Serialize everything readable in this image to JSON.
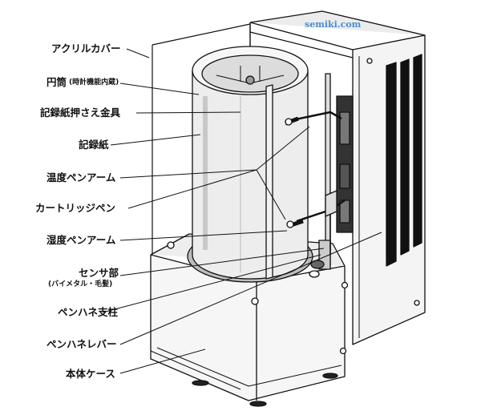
{
  "watermark": "semiki.com",
  "colors": {
    "watermark": "#4a8fd0",
    "line": "#111111",
    "drum": "#eeeeee",
    "ring": "#b9b9b9",
    "case": "#f5f5f5"
  },
  "labels": {
    "acrylic_cover": "アクリルカバー",
    "cylinder": "円筒",
    "cylinder_note": "(時計機能内蔵)",
    "paper_clamp": "記録紙押さえ金具",
    "recording_paper": "記録紙",
    "temp_pen_arm": "温度ペンアーム",
    "cartridge_pen": "カートリッジペン",
    "humidity_pen_arm": "湿度ペンアーム",
    "sensor": "センサ部",
    "sensor_note": "(バイメタル・毛髪)",
    "pen_lift_post": "ペンハネ支柱",
    "pen_lift_lever": "ペンハネレバー",
    "main_case": "本体ケース"
  }
}
